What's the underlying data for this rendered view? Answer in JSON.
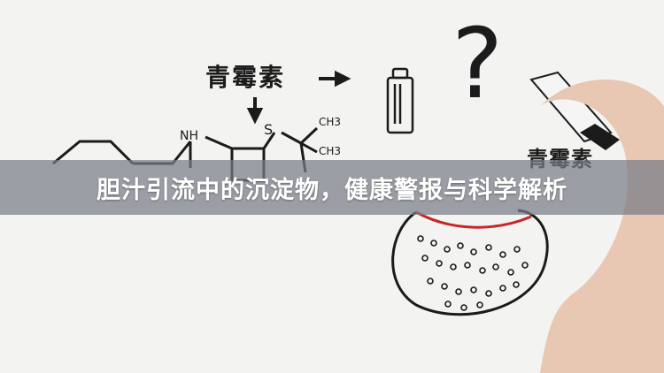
{
  "image": {
    "caption": "胆汁引流中的沉淀物，健康警报与科学解析",
    "board": {
      "drug_label": "青霉素",
      "drug_label_partial": "青霉素",
      "chem_NH": "NH",
      "chem_S": "S",
      "chem_CH3_a": "CH3",
      "chem_CH3_b": "CH3",
      "question_mark": "?"
    }
  },
  "colors": {
    "ink": "#1b1b1b",
    "red_marker": "#c62828",
    "band": "#787d87"
  }
}
